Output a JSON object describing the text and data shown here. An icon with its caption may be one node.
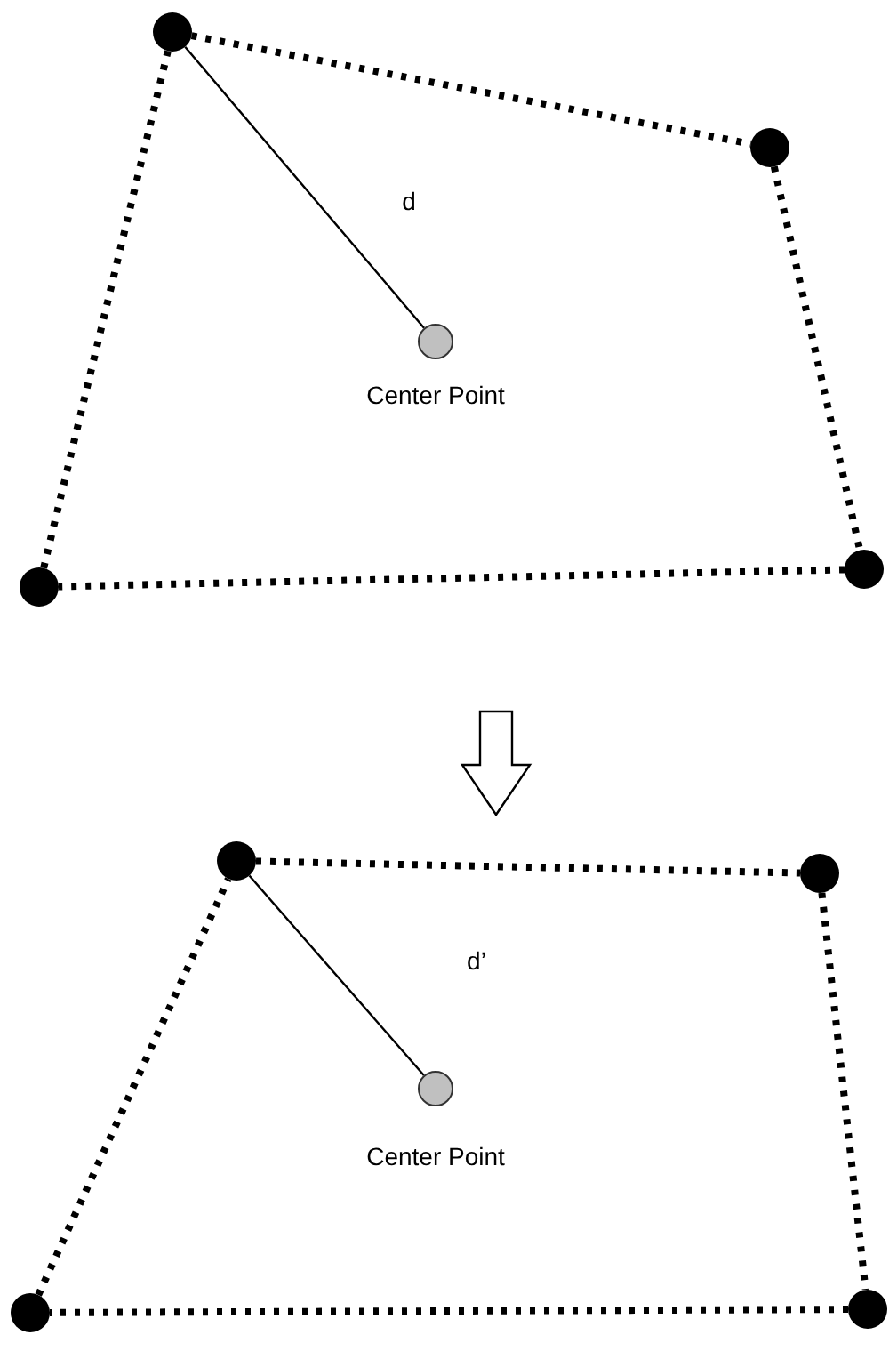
{
  "diagram": {
    "nodes": [
      {
        "text": [],
        "shape": "circle"
      },
      {
        "text": [],
        "shape": "circle"
      },
      {
        "text": [],
        "shape": "circle"
      },
      {
        "text": [],
        "shape": "circle"
      },
      {
        "text": [],
        "shape": "circle",
        "beside": [
          "Center Point"
        ]
      },
      {
        "text": [],
        "shape": "circle"
      },
      {
        "text": [],
        "shape": "circle"
      },
      {
        "text": [],
        "shape": "circle"
      },
      {
        "text": [],
        "shape": "circle"
      },
      {
        "text": [],
        "shape": "circle",
        "beside": [
          "Center Point"
        ]
      }
    ],
    "edges": [
      {
        "from": 0,
        "to": 1,
        "arrow": "none",
        "style": "dashed"
      },
      {
        "from": 1,
        "to": 2,
        "arrow": "none",
        "style": "dashed"
      },
      {
        "from": 2,
        "to": 3,
        "arrow": "none",
        "style": "dashed"
      },
      {
        "from": 3,
        "to": 0,
        "arrow": "none",
        "style": "dashed"
      },
      {
        "from": 0,
        "to": 4,
        "arrow": "none",
        "label": "d"
      },
      {
        "from": 5,
        "to": 6,
        "arrow": "none",
        "style": "dashed"
      },
      {
        "from": 6,
        "to": 7,
        "arrow": "none",
        "style": "dashed"
      },
      {
        "from": 7,
        "to": 8,
        "arrow": "none",
        "style": "dashed"
      },
      {
        "from": 8,
        "to": 5,
        "arrow": "none",
        "style": "dashed"
      },
      {
        "from": 5,
        "to": 9,
        "arrow": "none",
        "label": "d’"
      }
    ]
  }
}
